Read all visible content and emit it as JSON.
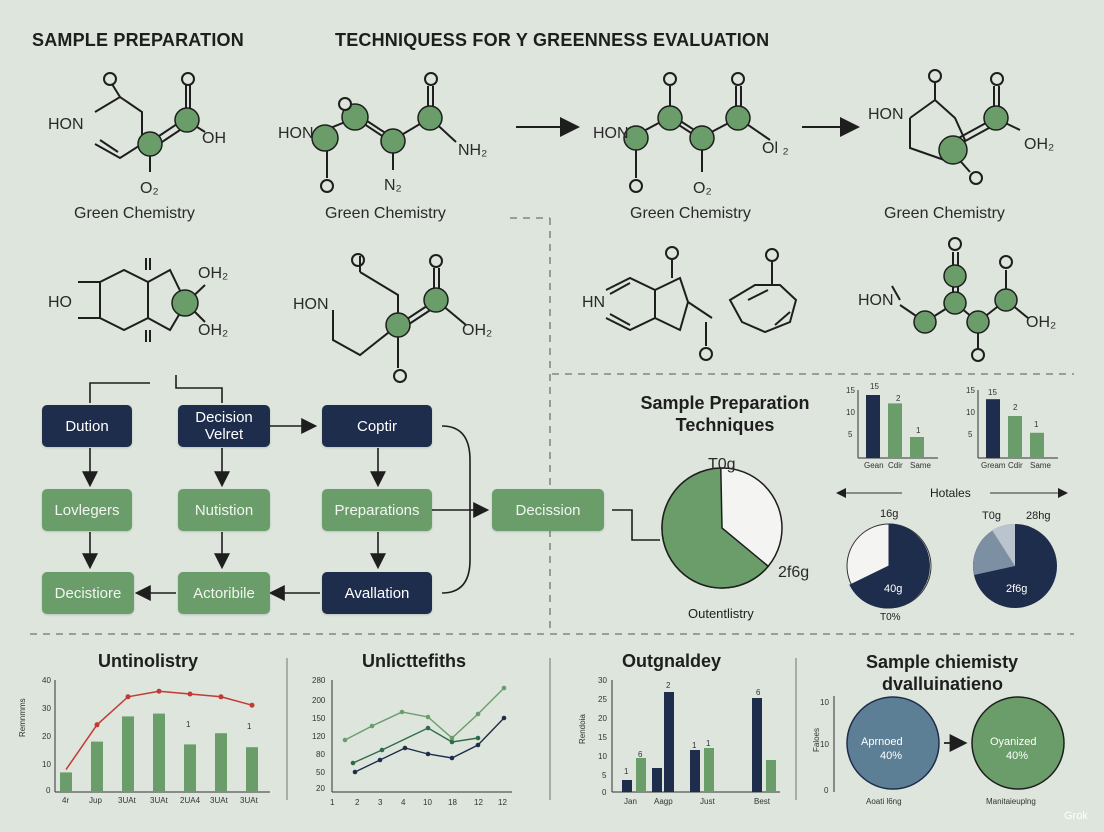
{
  "headings": {
    "left": "SAMPLE PREPARATION",
    "center": "TECHNIQUESS FOR Y GREENNESS EVALUATION"
  },
  "molecules": {
    "m1": {
      "label": "Green Chemistry",
      "a": "HON",
      "b": "OH",
      "c": "O₂"
    },
    "m2": {
      "label": "Green Chemistry",
      "a": "HON",
      "b": "NH₂",
      "c": "N₂"
    },
    "m3": {
      "label": "Green Chemistry",
      "a": "HON",
      "b": "Ol ₂",
      "c": "O₂"
    },
    "m4": {
      "label": "Green Chemistry",
      "a": "HON",
      "b": "OH₂"
    },
    "m5": {
      "a": "HO",
      "b": "OH₂",
      "c": "OH₂"
    },
    "m6": {
      "a": "HON",
      "b": "OH₂"
    },
    "m7": {
      "a": "HN"
    },
    "m8": {
      "a": "HON",
      "b": "OH₂"
    }
  },
  "flow": {
    "dution": "Dution",
    "decision_velret": "Decision Velret",
    "coptir": "Coptir",
    "lovlegers": "Lovlegers",
    "nutistion": "Nutistion",
    "preparations": "Preparations",
    "decission": "Decission",
    "decistiore": "Decistiore",
    "actoribile": "Actoribile",
    "avallation": "Avallation"
  },
  "pie_section": {
    "title": "Sample Preparation Techniques",
    "top_label": "T0g",
    "right_label": "2f6g",
    "bottom_label": "Outentlistry"
  },
  "mini_bars": {
    "left": {
      "yt1": "15",
      "yt2": "10",
      "yt3": "5",
      "v1": "15",
      "v2": "2",
      "v3": "1",
      "x1": "Gean",
      "x2": "Cdir",
      "x3": "Same"
    },
    "right": {
      "yt1": "15",
      "yt2": "10",
      "yt3": "5",
      "v1": "15",
      "v2": "2",
      "v3": "1",
      "x1": "Gream",
      "x2": "Cdir",
      "x3": "Same"
    }
  },
  "hotales": {
    "label": "Hotales",
    "pie_left_top": "16g",
    "pie_left_in": "40g",
    "pie_left_bottom": "T0%",
    "pie_right_top1": "T0g",
    "pie_right_top2": "28hg",
    "pie_right_in": "2f6g"
  },
  "bottom": {
    "c1": {
      "title": "Untinolistry",
      "ylabel": "Remnmms",
      "yt": [
        "40",
        "30",
        "20",
        "10",
        "0"
      ],
      "xt": [
        "4r",
        "Jup",
        "3UAt",
        "3UAt",
        "2UA4",
        "3UAt",
        "3UAt"
      ],
      "ann": "1",
      "ann2": "1"
    },
    "c2": {
      "title": "Unlicttefiths",
      "yt": [
        "280",
        "200",
        "150",
        "120",
        "80",
        "50",
        "20"
      ],
      "xt": [
        "1",
        "2",
        "3",
        "4",
        "10",
        "18",
        "12",
        "12"
      ]
    },
    "c3": {
      "title": "Outgnaldey",
      "ylabel": "Rendoia",
      "yt": [
        "30",
        "25",
        "20",
        "15",
        "10",
        "5",
        "0"
      ],
      "xt": [
        "Jan",
        "Aagp",
        "Just",
        "Best"
      ],
      "v": [
        "1",
        "6",
        "2",
        "1",
        "1",
        "6"
      ]
    },
    "c4": {
      "title_l1": "Sample chiemisty",
      "title_l2": "dvalluinatieno",
      "ylabel": "Faloes",
      "yt": [
        "10",
        "10",
        "0"
      ],
      "left_l1": "Aprnoed",
      "left_l2": "40%",
      "right_l1": "Oyanized",
      "right_l2": "40%",
      "left_cap": "Aoati l6ng",
      "right_cap": "Manitaieuplng"
    }
  },
  "watermark": "Grok",
  "colors": {
    "navy": "#1f2d4d",
    "green": "#6a9d69",
    "red": "#c23a34",
    "bg": "#dde5dc",
    "slate": "#7d8fa3"
  }
}
